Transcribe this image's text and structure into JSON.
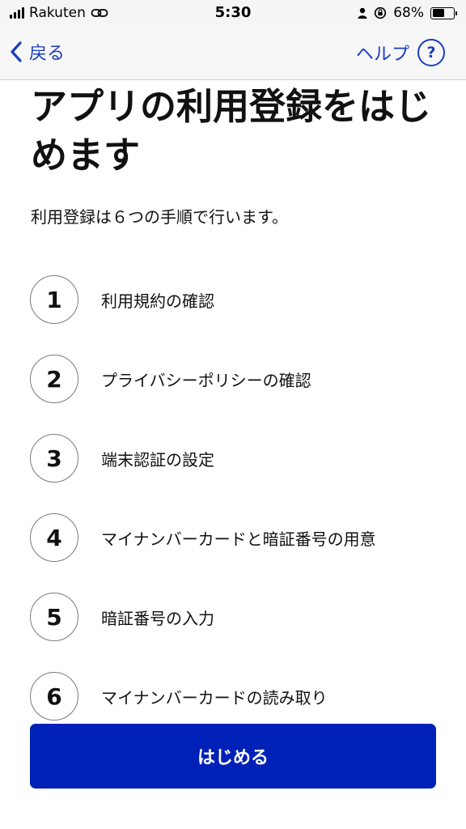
{
  "status_bar": {
    "carrier": "Rakuten",
    "time": "5:30",
    "battery_percent": "68%",
    "battery_level": 0.68,
    "icons": [
      "signal-icon",
      "link-icon",
      "person-icon",
      "rotation-lock-icon",
      "battery-icon"
    ]
  },
  "nav": {
    "back_label": "戻る",
    "help_label": "ヘルプ",
    "help_symbol": "?"
  },
  "main": {
    "title": "アプリの利用登録をはじめます",
    "subtitle": "利用登録は６つの手順で行います。",
    "steps": [
      {
        "number": "1",
        "label": "利用規約の確認"
      },
      {
        "number": "2",
        "label": "プライバシーポリシーの確認"
      },
      {
        "number": "3",
        "label": "端末認証の設定"
      },
      {
        "number": "4",
        "label": "マイナンバーカードと暗証番号の用意"
      },
      {
        "number": "5",
        "label": "暗証番号の入力"
      },
      {
        "number": "6",
        "label": "マイナンバーカードの読み取り"
      }
    ],
    "start_button_label": "はじめる"
  },
  "colors": {
    "accent": "#1a3ec0",
    "primary_button": "#0021b8"
  }
}
